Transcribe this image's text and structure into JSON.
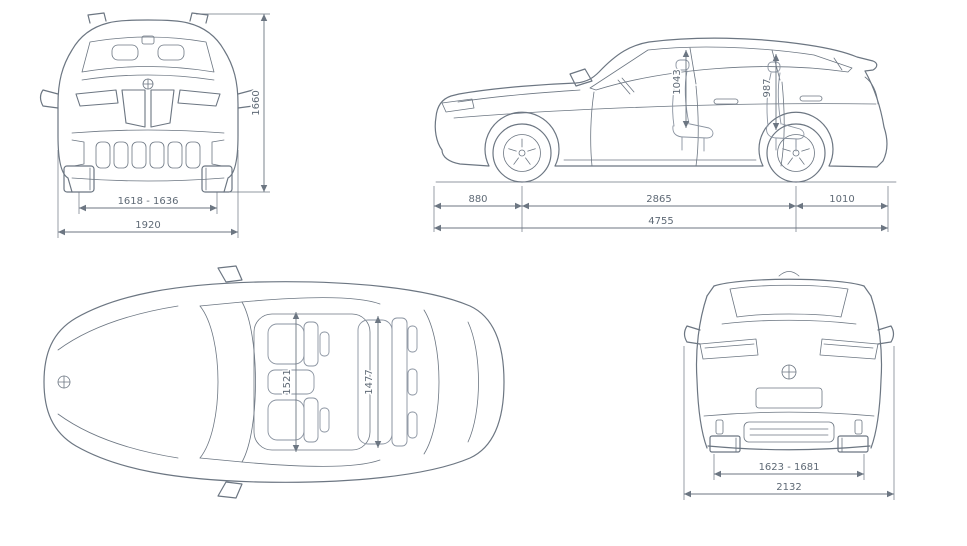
{
  "colors": {
    "line": "#6c7682",
    "text": "#5f6a76",
    "background": "#ffffff"
  },
  "front_view": {
    "height": "1660",
    "track_width": "1618 - 1636",
    "overall_width": "1920"
  },
  "side_view": {
    "front_headroom": "1043",
    "rear_headroom": "987",
    "front_overhang": "880",
    "wheelbase": "2865",
    "rear_overhang": "1010",
    "overall_length": "4755"
  },
  "top_view": {
    "front_shoulder_room": "1521",
    "rear_shoulder_room": "1477"
  },
  "rear_view": {
    "rear_track": "1623 - 1681",
    "overall_width_incl_mirrors": "2132"
  }
}
